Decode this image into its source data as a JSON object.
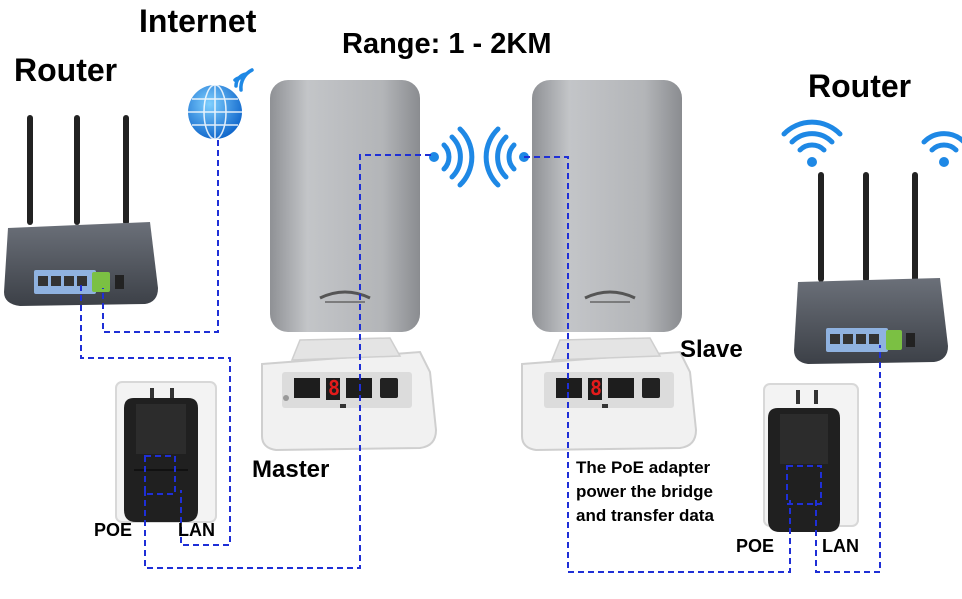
{
  "labels": {
    "internet": "Internet",
    "range": "Range: 1 - 2KM",
    "router_left": "Router",
    "router_right": "Router",
    "master": "Master",
    "slave": "Slave",
    "poe_left": "POE",
    "lan_left": "LAN",
    "poe_right": "POE",
    "lan_right": "LAN",
    "note_line1": "The PoE adapter",
    "note_line2": "power the bridge",
    "note_line3": "and transfer data"
  },
  "display_digits": {
    "master": "8",
    "slave": "8"
  },
  "colors": {
    "cable": "#1f2fd6",
    "wifi": "#1e88e5",
    "device_body": "#a7a9ad",
    "router_body": "#4a4f57",
    "port_panel": "#8fb2e0",
    "led_red": "#e21b1b"
  },
  "icons": [
    "globe-icon",
    "wifi-signal-icon"
  ]
}
